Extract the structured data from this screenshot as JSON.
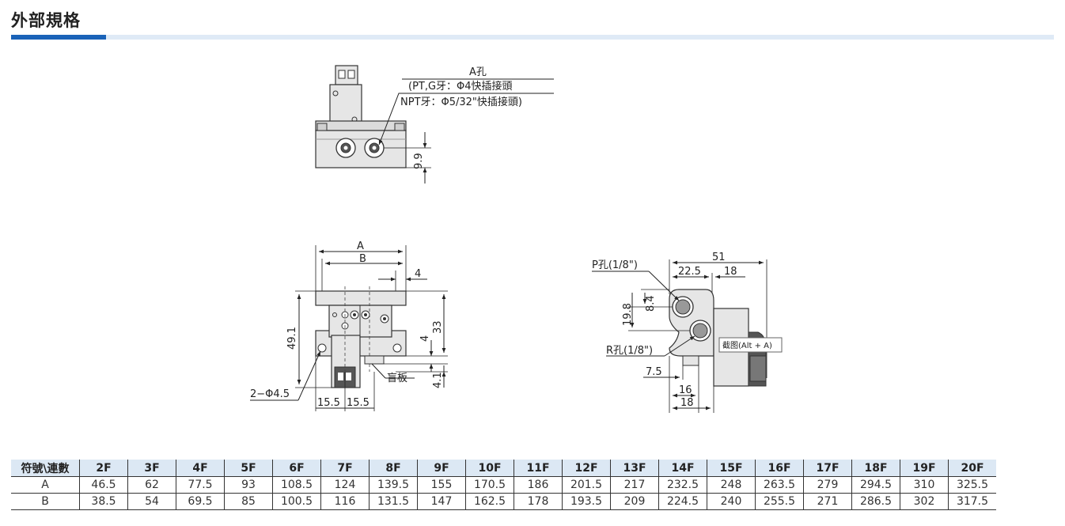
{
  "page": {
    "title": "外部規格"
  },
  "colors": {
    "accent": "#1a63b8",
    "accent_light": "#dfeaf6",
    "table_header_bg": "#dce8f4",
    "part_fill": "#e6e6e6",
    "dark_fill": "#555555"
  },
  "top_view": {
    "callout_line1": "A孔",
    "callout_line2": "(PT,G牙：Φ4快插接頭",
    "callout_line3": "NPT牙：Φ5/32\"快插接頭)",
    "dim_height": "9.9"
  },
  "front_view": {
    "dim_A": "A",
    "dim_B": "B",
    "dim_4_top": "4",
    "dim_49_1": "49.1",
    "dim_33": "33",
    "dim_4_mid": "4",
    "dim_4_1": "4.1",
    "hole_label": "2−Φ4.5",
    "dim_15_5_left": "15.5",
    "dim_15_5_right": "15.5",
    "blank_plate_label": "盲板"
  },
  "side_view": {
    "dim_51": "51",
    "dim_22_5": "22.5",
    "dim_18_top": "18",
    "port_P_label": "P孔(1/8\")",
    "dim_19_8": "19.8",
    "dim_8_4": "8.4",
    "port_R_label": "R孔(1/8\")",
    "screenshot_tooltip": "截图(Alt + A)",
    "dim_7_5": "7.5",
    "dim_16": "16",
    "dim_18_bottom": "18"
  },
  "spec_table": {
    "header_label": "符號\\連數",
    "columns": [
      "2F",
      "3F",
      "4F",
      "5F",
      "6F",
      "7F",
      "8F",
      "9F",
      "10F",
      "11F",
      "12F",
      "13F",
      "14F",
      "15F",
      "16F",
      "17F",
      "18F",
      "19F",
      "20F"
    ],
    "rows": [
      {
        "label": "A",
        "values": [
          "46.5",
          "62",
          "77.5",
          "93",
          "108.5",
          "124",
          "139.5",
          "155",
          "170.5",
          "186",
          "201.5",
          "217",
          "232.5",
          "248",
          "263.5",
          "279",
          "294.5",
          "310",
          "325.5"
        ]
      },
      {
        "label": "B",
        "values": [
          "38.5",
          "54",
          "69.5",
          "85",
          "100.5",
          "116",
          "131.5",
          "147",
          "162.5",
          "178",
          "193.5",
          "209",
          "224.5",
          "240",
          "255.5",
          "271",
          "286.5",
          "302",
          "317.5"
        ]
      }
    ]
  }
}
